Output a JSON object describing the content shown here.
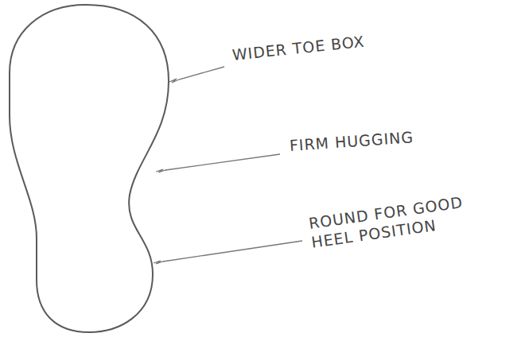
{
  "diagram": {
    "labels": [
      "WIDER TOE BOX",
      "FIRM HUGGING",
      "ROUND FOR GOOD HEEL POSITION"
    ]
  }
}
